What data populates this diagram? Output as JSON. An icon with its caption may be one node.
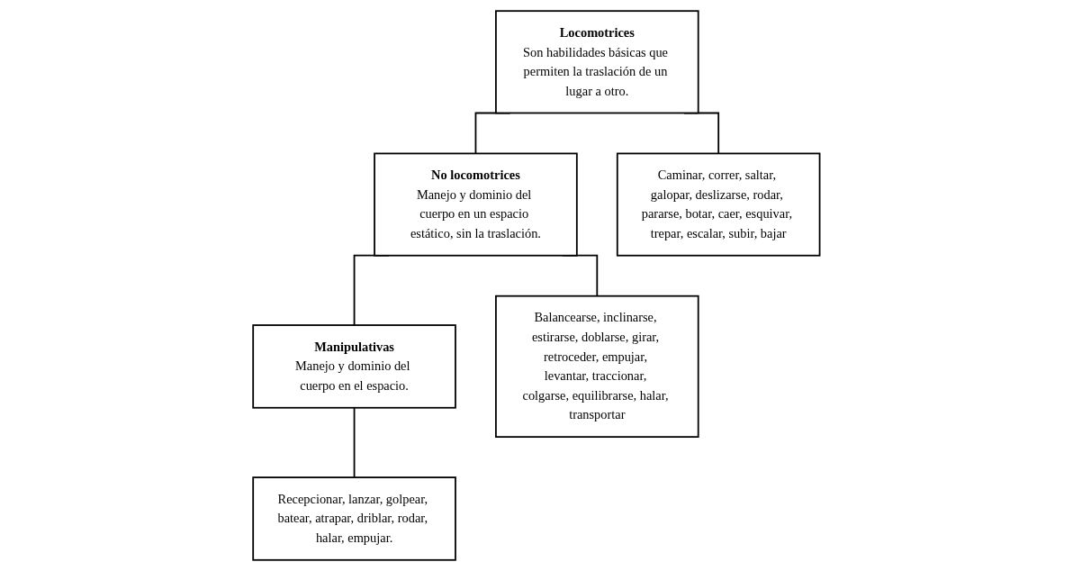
{
  "diagram": {
    "nodes": [
      {
        "text": [
          "Locomotrices",
          "Son habilidades básicas que permiten la traslación de un lugar a otro."
        ]
      },
      {
        "text": [
          "No locomotrices",
          "Manejo y dominio del cuerpo en un espacio estático, sin la traslación."
        ]
      },
      {
        "text": [
          "Manipulativas",
          "Manejo y dominio del cuerpo en el espacio."
        ]
      },
      {
        "text": [
          "Caminar, correr, saltar, galopar, deslizarse, rodar, pararse, botar, caer, esquivar, trepar, escalar, subir, bajar"
        ]
      },
      {
        "text": [
          "Balancearse, inclinarse, estirarse, doblarse, girar, retroceder, empujar, levantar, traccionar, colgarse, equilibrarse, halar, transportar"
        ]
      },
      {
        "text": [
          "Recepcionar, lanzar, golpear, batear, atrapar, driblar, rodar, halar, empujar."
        ]
      }
    ],
    "edges": [
      {
        "from": 0,
        "to": 1,
        "arrow": "none"
      },
      {
        "from": 1,
        "to": 2,
        "arrow": "none"
      },
      {
        "from": 0,
        "to": 3,
        "arrow": "none"
      },
      {
        "from": 1,
        "to": 4,
        "arrow": "none"
      },
      {
        "from": 2,
        "to": 5,
        "arrow": "none"
      }
    ]
  }
}
